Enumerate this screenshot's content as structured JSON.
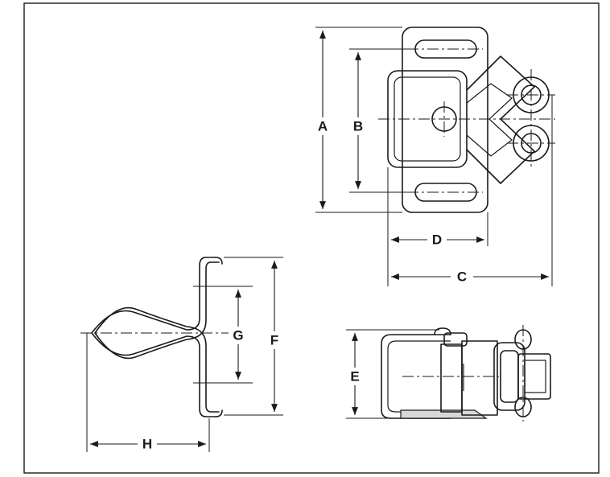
{
  "dimension_labels": {
    "A": "A",
    "B": "B",
    "C": "C",
    "D": "D",
    "E": "E",
    "F": "F",
    "G": "G",
    "H": "H"
  },
  "colors": {
    "line": "#1a1a1a",
    "background": "#ffffff"
  }
}
